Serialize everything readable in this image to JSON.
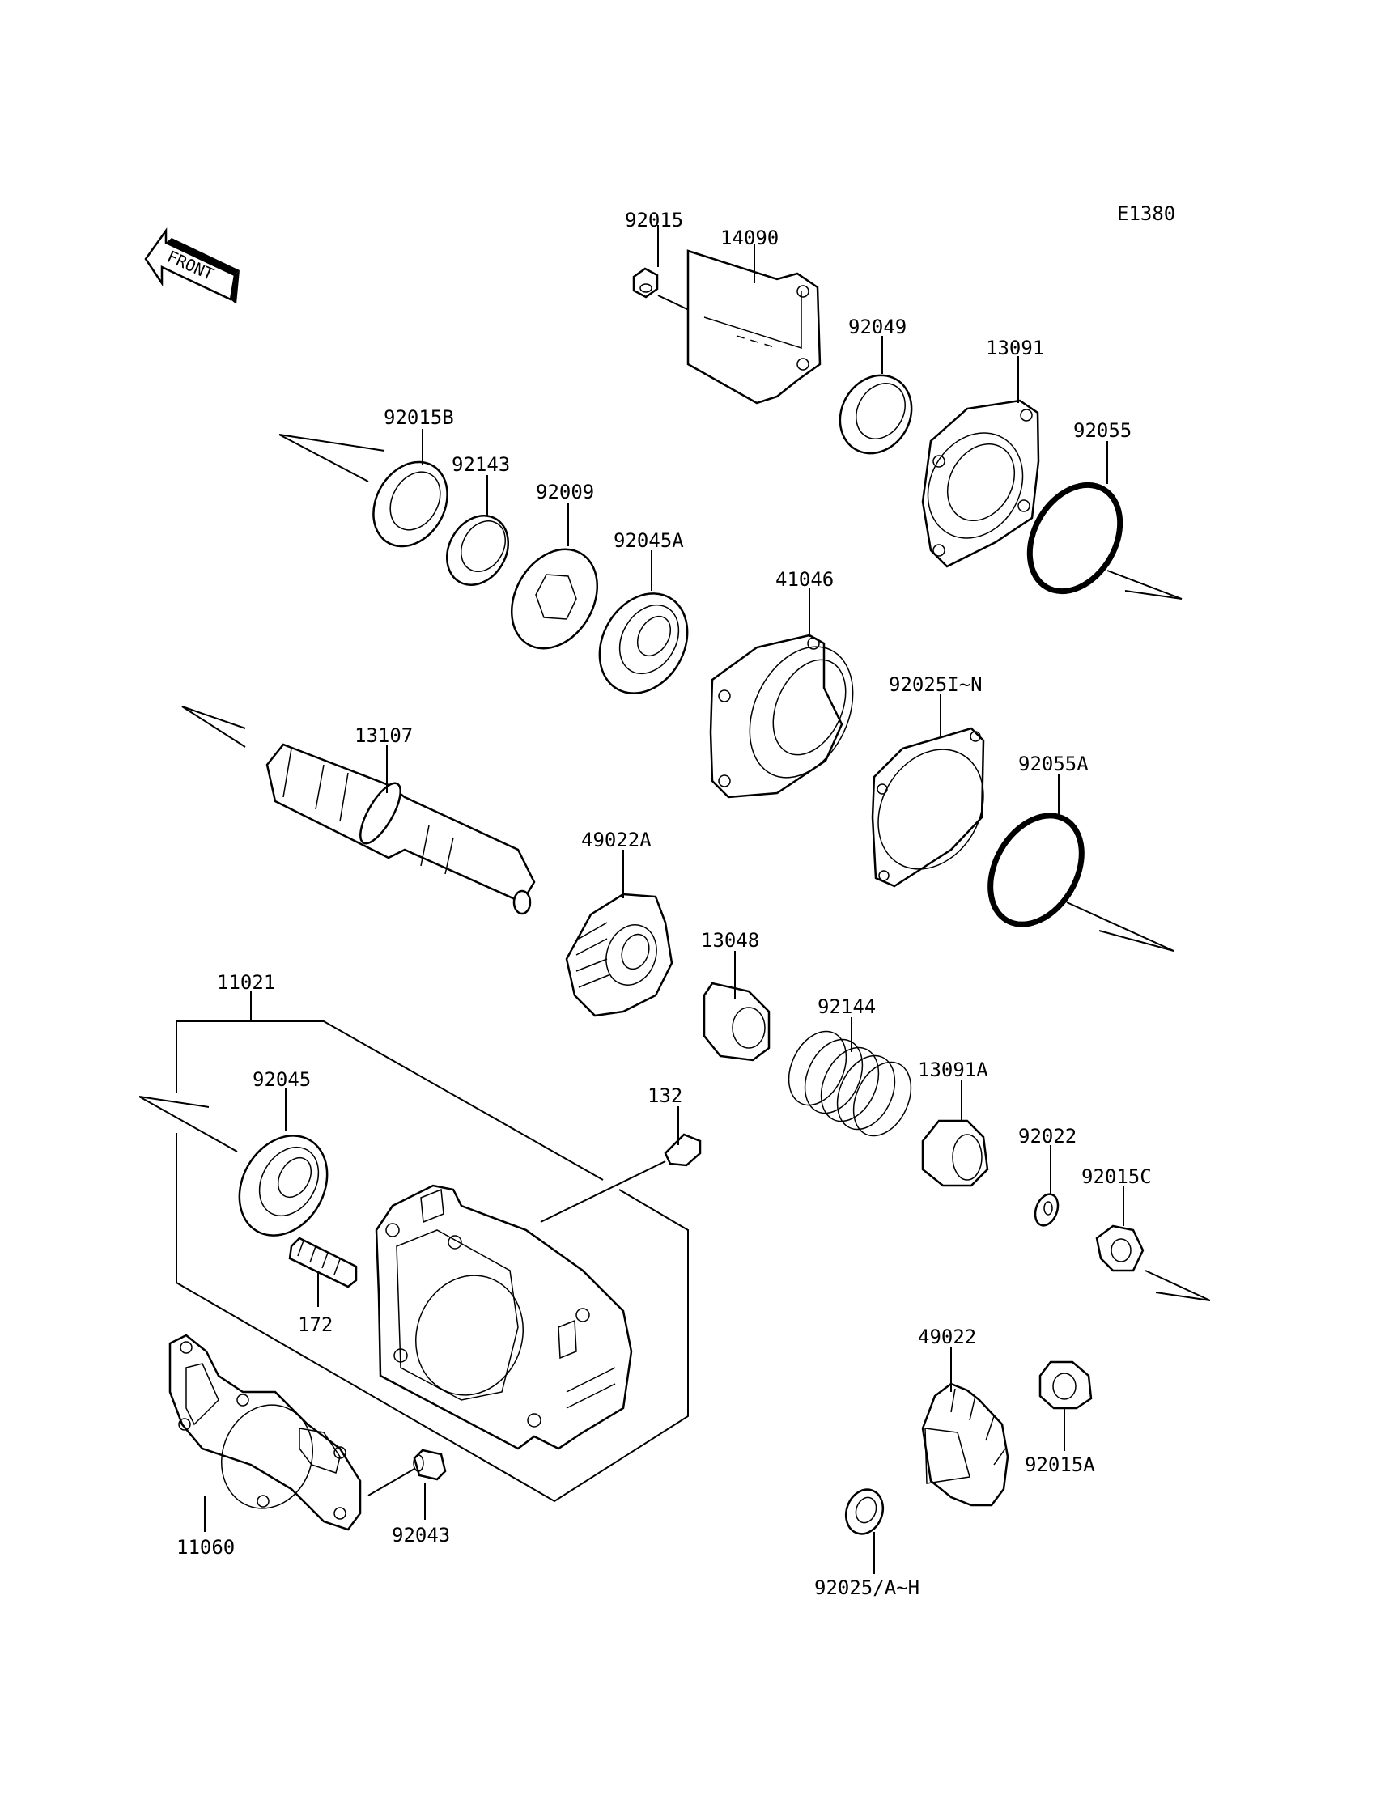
{
  "diagram_code": "E1380",
  "front_label": "FRONT",
  "parts": {
    "p92015": "92015",
    "p14090": "14090",
    "p92049": "92049",
    "p13091": "13091",
    "p92055": "92055",
    "p92015B": "92015B",
    "p92143": "92143",
    "p92009": "92009",
    "p92045A": "92045A",
    "p41046": "41046",
    "p92025IN": "92025I~N",
    "p13107": "13107",
    "p92055A": "92055A",
    "p49022A": "49022A",
    "p13048": "13048",
    "p11021": "11021",
    "p92144": "92144",
    "p92045": "92045",
    "p132": "132",
    "p13091A": "13091A",
    "p92022": "92022",
    "p92015C": "92015C",
    "p172": "172",
    "p49022": "49022",
    "p92015A": "92015A",
    "p11060": "11060",
    "p92043": "92043",
    "p92025AH": "92025/A~H"
  }
}
